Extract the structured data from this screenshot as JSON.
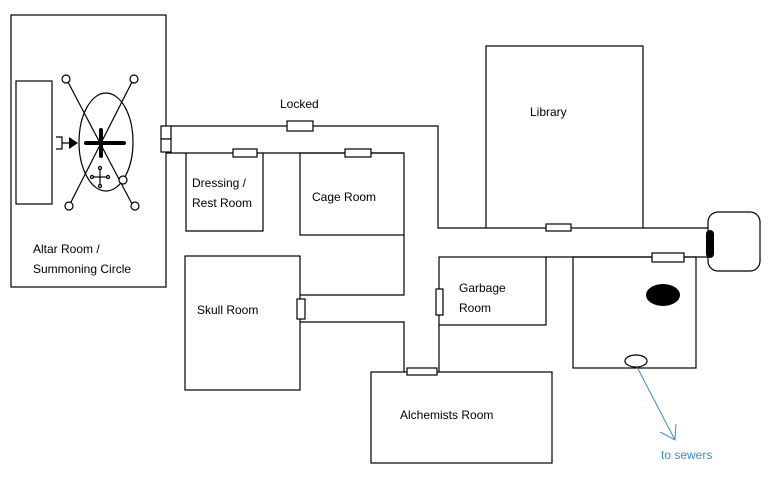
{
  "rooms": {
    "altar": [
      "Altar Room /",
      "Summoning Circle"
    ],
    "dressing": [
      "Dressing /",
      "Rest Room"
    ],
    "cage": "Cage Room",
    "skull": "Skull Room",
    "library": "Library",
    "garbage": [
      "Garbage",
      "Room"
    ],
    "alchemists": "Alchemists Room"
  },
  "annotations": {
    "locked": "Locked",
    "sewers": "to sewers"
  },
  "colors": {
    "sewers": "#3a8fc4"
  }
}
